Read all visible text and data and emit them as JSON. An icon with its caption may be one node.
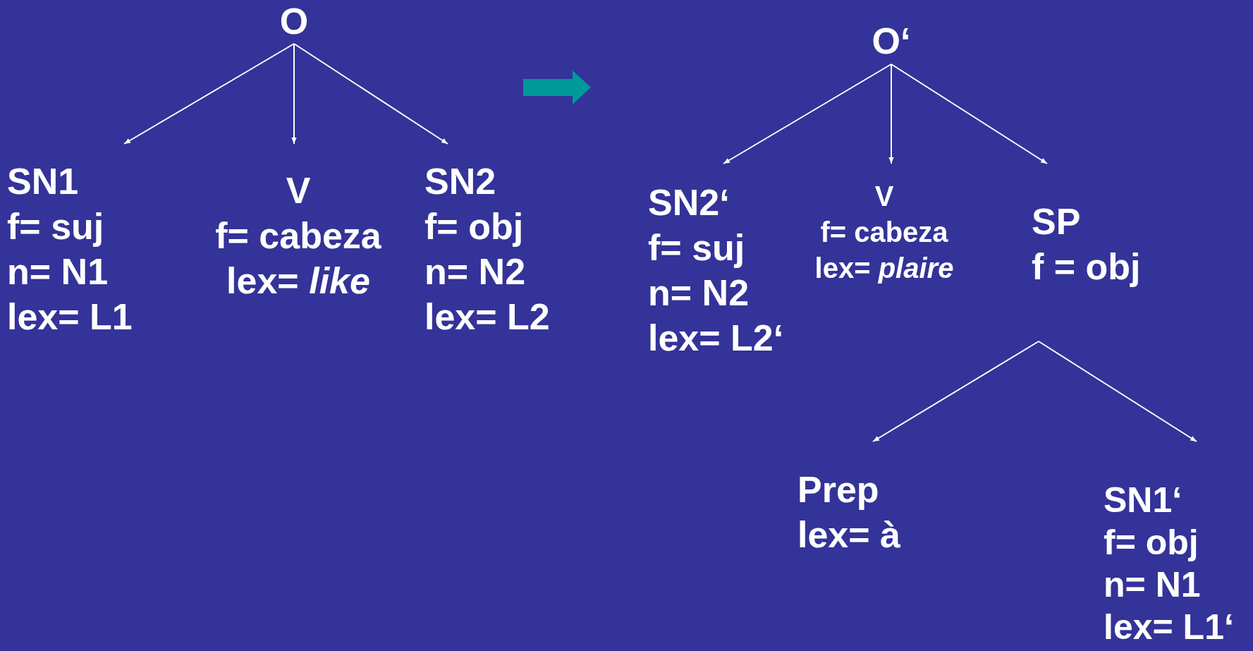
{
  "diagram": {
    "nodes": [
      {
        "text": [
          "O"
        ]
      },
      {
        "text": [
          "SN1",
          "f= suj",
          "n= N1",
          "lex= L1"
        ]
      },
      {
        "text": [
          "V",
          "f= cabeza",
          "lex= *like*"
        ]
      },
      {
        "text": [
          "SN2",
          "f= obj",
          "n= N2",
          "lex= L2"
        ]
      },
      {
        "text": [
          "O‘"
        ]
      },
      {
        "text": [
          "SN2‘",
          "f= suj",
          "n= N2",
          "lex= L2‘"
        ]
      },
      {
        "text": [
          "V",
          "f= cabeza",
          "lex= *plaire*"
        ]
      },
      {
        "text": [
          "SP",
          "f = obj"
        ]
      },
      {
        "text": [
          "Prep",
          "lex= à"
        ]
      },
      {
        "text": [
          "SN1‘",
          "f= obj",
          "n= N1",
          "lex= L1‘"
        ]
      }
    ],
    "edges": [
      {
        "from": 0,
        "to": 1,
        "arrow": "to"
      },
      {
        "from": 0,
        "to": 2,
        "arrow": "to"
      },
      {
        "from": 0,
        "to": 3,
        "arrow": "to"
      },
      {
        "from": 4,
        "to": 5,
        "arrow": "to"
      },
      {
        "from": 4,
        "to": 6,
        "arrow": "to"
      },
      {
        "from": 4,
        "to": 7,
        "arrow": "to"
      },
      {
        "from": 7,
        "to": 8,
        "arrow": "to"
      },
      {
        "from": 7,
        "to": 9,
        "arrow": "to"
      }
    ]
  }
}
